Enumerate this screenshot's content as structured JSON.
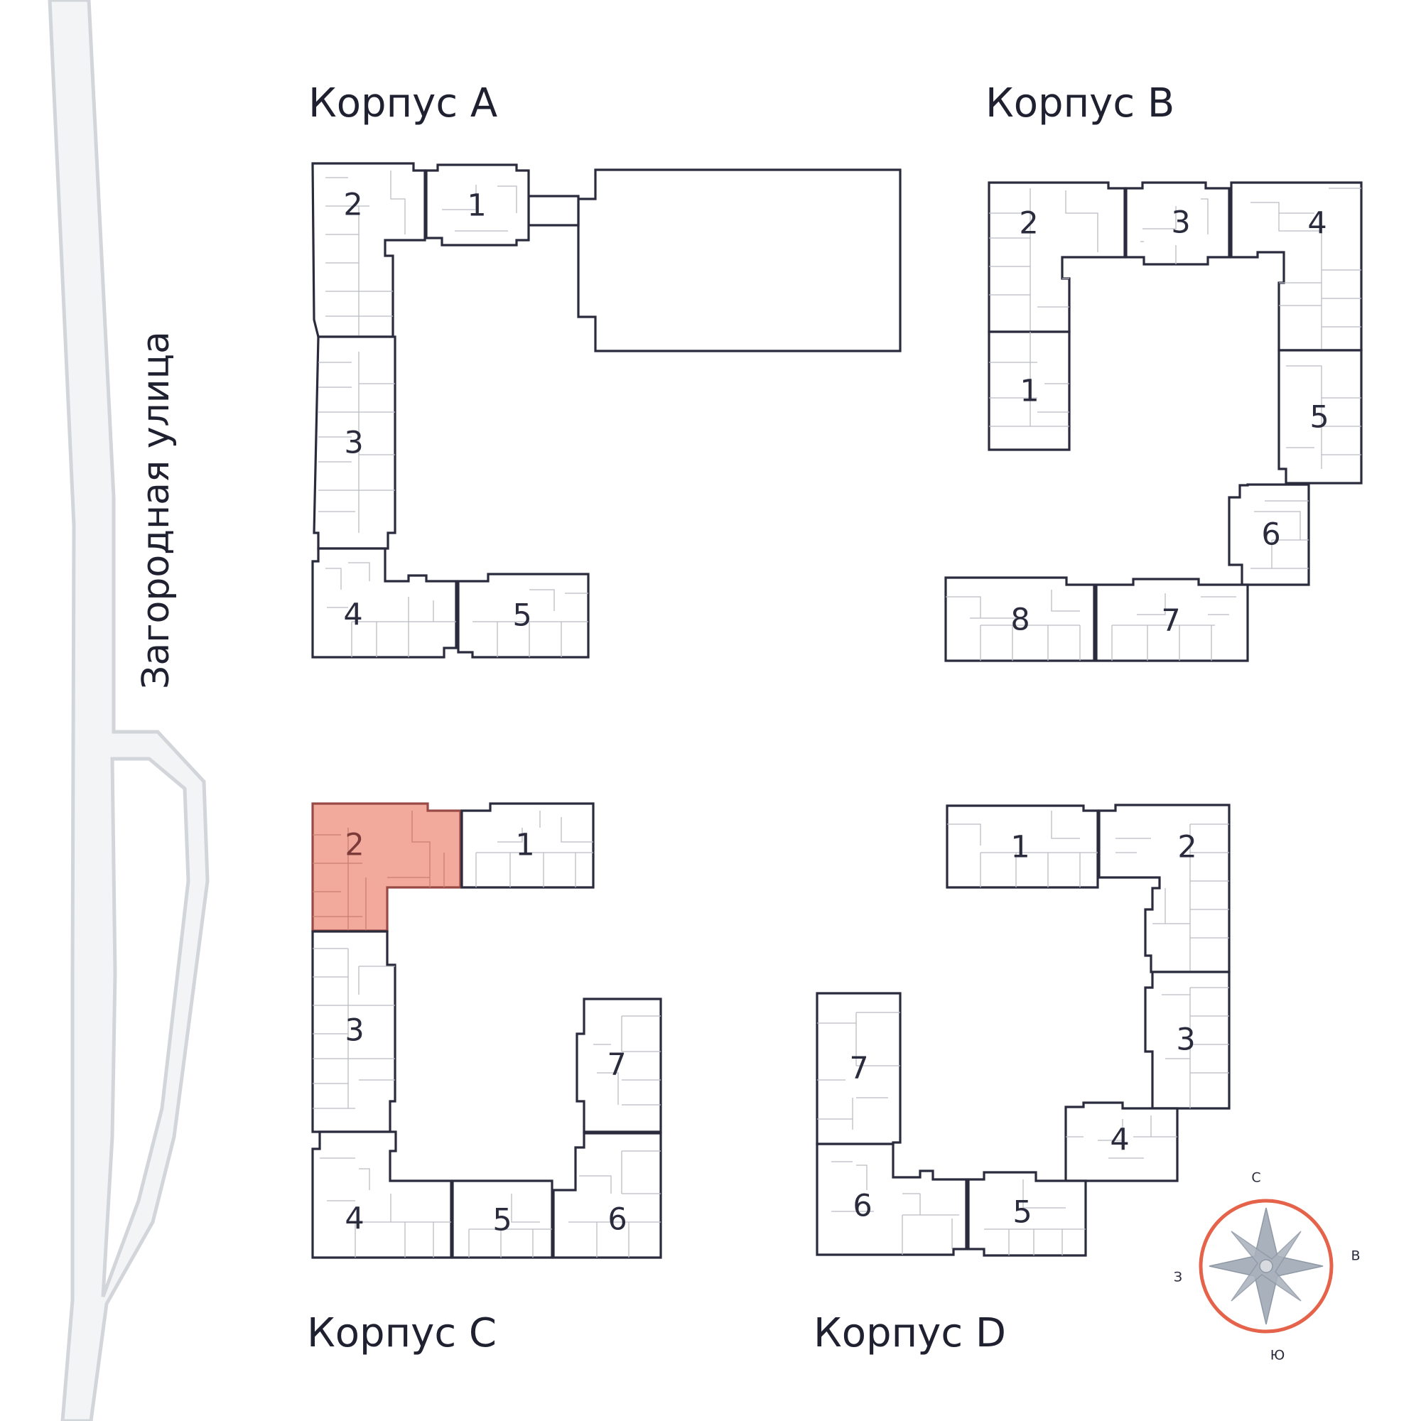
{
  "street": {
    "name": "Загородная улица"
  },
  "buildings": [
    {
      "title": "Корпус A",
      "sections": [
        "1",
        "2",
        "3",
        "4",
        "5"
      ]
    },
    {
      "title": "Корпус B",
      "sections": [
        "1",
        "2",
        "3",
        "4",
        "5",
        "6",
        "7",
        "8"
      ]
    },
    {
      "title": "Корпус C",
      "sections": [
        "1",
        "2",
        "3",
        "4",
        "5",
        "6",
        "7"
      ]
    },
    {
      "title": "Корпус D",
      "sections": [
        "1",
        "2",
        "3",
        "4",
        "5",
        "6",
        "7"
      ]
    }
  ],
  "selected": {
    "building": "Корпус C",
    "section": "2"
  },
  "compass": {
    "north": "С",
    "east": "В",
    "south": "Ю",
    "west": "З"
  },
  "colors": {
    "selected_fill": "#f2aa9c",
    "outline": "#2a2b3d",
    "compass_ring": "#e5634a",
    "compass_star": "#a9b1bc",
    "road": "#f3f4f5"
  }
}
